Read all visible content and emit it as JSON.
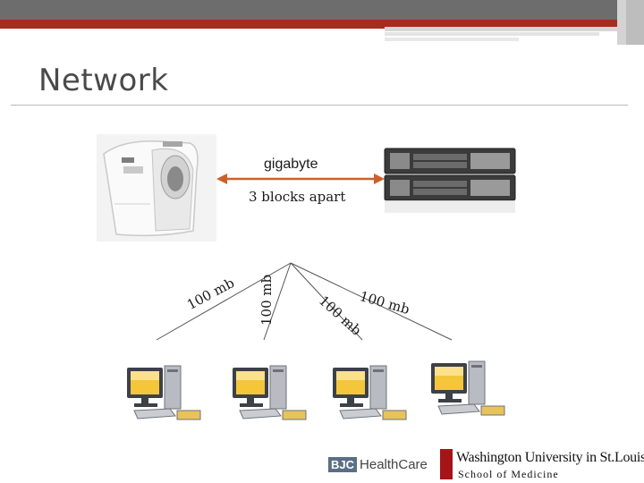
{
  "slide": {
    "title": "Network",
    "colors": {
      "accent_red": "#a92a1e",
      "arrow": "#c9622a",
      "header_gray": "#6d6d6d"
    }
  },
  "diagram": {
    "nodes": {
      "scanner": {
        "icon": "scanner-icon"
      },
      "server": {
        "icon": "server-rack-icon"
      },
      "workstations": [
        {
          "icon": "desktop-computer-icon"
        },
        {
          "icon": "desktop-computer-icon"
        },
        {
          "icon": "desktop-computer-icon"
        },
        {
          "icon": "desktop-computer-icon"
        }
      ]
    },
    "link_main": {
      "label": "gigabyte",
      "sublabel": "3 blocks apart"
    },
    "link_branches": [
      "100 mb",
      "100 mb",
      "100 mb",
      "100 mb"
    ]
  },
  "logos": {
    "bjc_box": "BJC",
    "bjc_text": "HealthCare",
    "wu_name": "Washington University in St.Louis",
    "wu_sub": "School of Medicine"
  }
}
